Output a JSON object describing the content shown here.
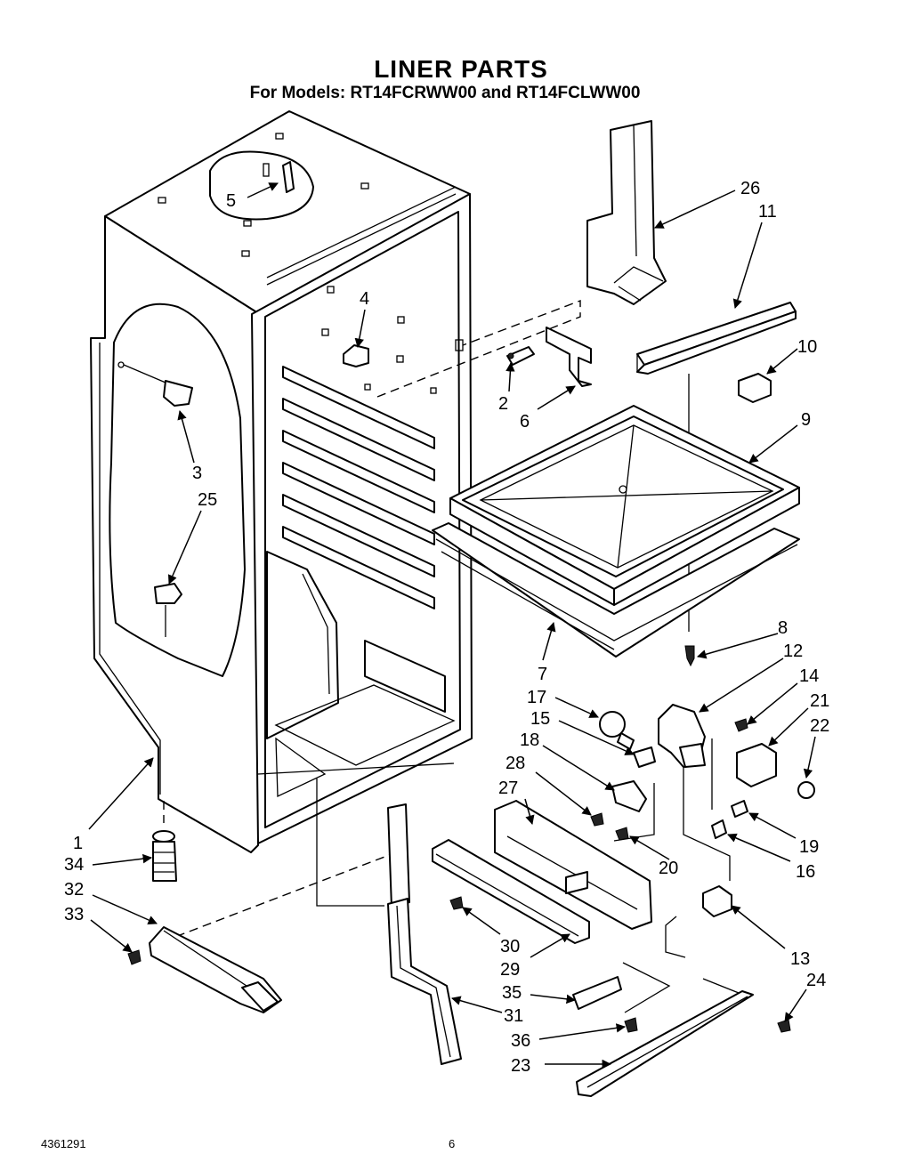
{
  "title": "LINER PARTS",
  "subtitle": "For Models:  RT14FCRWW00 and RT14FCLWW00",
  "footer": {
    "doc_number": "4361291",
    "page_number": "6"
  },
  "callouts": [
    {
      "id": "c1",
      "text": "1"
    },
    {
      "id": "c2",
      "text": "2"
    },
    {
      "id": "c3",
      "text": "3"
    },
    {
      "id": "c4",
      "text": "4"
    },
    {
      "id": "c5",
      "text": "5"
    },
    {
      "id": "c6",
      "text": "6"
    },
    {
      "id": "c7",
      "text": "7"
    },
    {
      "id": "c8",
      "text": "8"
    },
    {
      "id": "c9",
      "text": "9"
    },
    {
      "id": "c10",
      "text": "10"
    },
    {
      "id": "c11",
      "text": "11"
    },
    {
      "id": "c12",
      "text": "12"
    },
    {
      "id": "c13",
      "text": "13"
    },
    {
      "id": "c14",
      "text": "14"
    },
    {
      "id": "c15",
      "text": "15"
    },
    {
      "id": "c16",
      "text": "16"
    },
    {
      "id": "c17",
      "text": "17"
    },
    {
      "id": "c18",
      "text": "18"
    },
    {
      "id": "c19",
      "text": "19"
    },
    {
      "id": "c20",
      "text": "20"
    },
    {
      "id": "c21",
      "text": "21"
    },
    {
      "id": "c22",
      "text": "22"
    },
    {
      "id": "c23",
      "text": "23"
    },
    {
      "id": "c24",
      "text": "24"
    },
    {
      "id": "c25",
      "text": "25"
    },
    {
      "id": "c26",
      "text": "26"
    },
    {
      "id": "c27",
      "text": "27"
    },
    {
      "id": "c28",
      "text": "28"
    },
    {
      "id": "c29",
      "text": "29"
    },
    {
      "id": "c30",
      "text": "30"
    },
    {
      "id": "c31",
      "text": "31"
    },
    {
      "id": "c32",
      "text": "32"
    },
    {
      "id": "c33",
      "text": "33"
    },
    {
      "id": "c34",
      "text": "34"
    },
    {
      "id": "c35",
      "text": "35"
    },
    {
      "id": "c36",
      "text": "36"
    }
  ]
}
